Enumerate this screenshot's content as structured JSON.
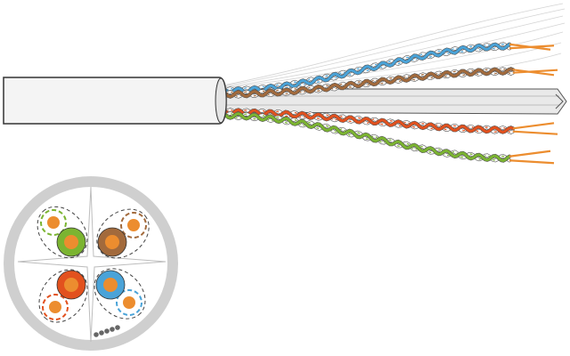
{
  "colors": {
    "background": "#ffffff",
    "jacket_fill": "#f2f2f2",
    "jacket_outline": "#333333",
    "jacket_ring": "#cfcfcf",
    "separator": "#d9d9d9",
    "ripcord": "#e8e8e8",
    "copper": "#ec8d2f",
    "drain_wire": "#666666"
  },
  "pairs": [
    {
      "name": "blue",
      "solid": "#4aa3d8",
      "stripe": "#ffffff"
    },
    {
      "name": "brown",
      "solid": "#a26a3c",
      "stripe": "#ffffff"
    },
    {
      "name": "orange",
      "solid": "#e2511e",
      "stripe": "#ffffff"
    },
    {
      "name": "green",
      "solid": "#7bb431",
      "stripe": "#ffffff"
    }
  ],
  "icons": {
    "cable_side_view": "twisted-pair-cable-icon",
    "cross_section": "cable-cross-section-icon"
  }
}
